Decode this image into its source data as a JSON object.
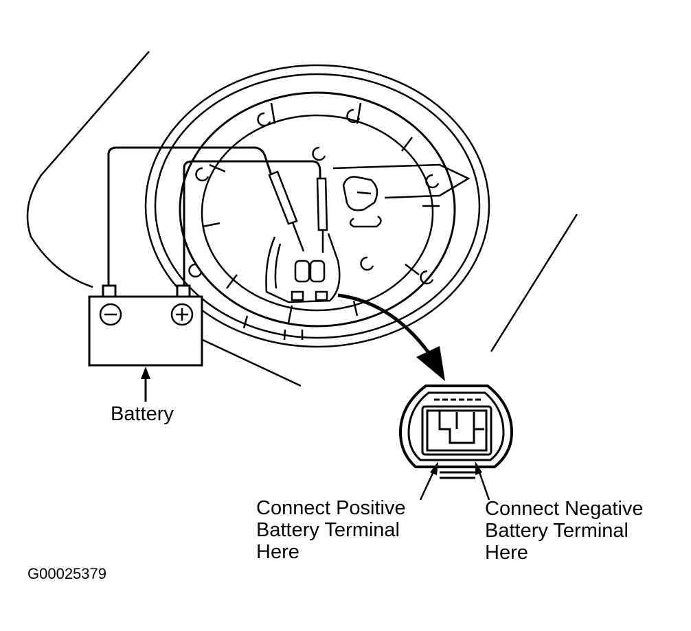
{
  "labels": {
    "battery": "Battery",
    "positive_callout": [
      "Connect Positive",
      "Battery Terminal",
      "Here"
    ],
    "negative_callout": [
      "Connect Negative",
      "Battery Terminal",
      "Here"
    ]
  },
  "battery_terminals": {
    "negative_symbol": "⊖",
    "positive_symbol": "⊕"
  },
  "figure_id": "G00025379",
  "colors": {
    "line": "#000000",
    "background": "#ffffff"
  }
}
